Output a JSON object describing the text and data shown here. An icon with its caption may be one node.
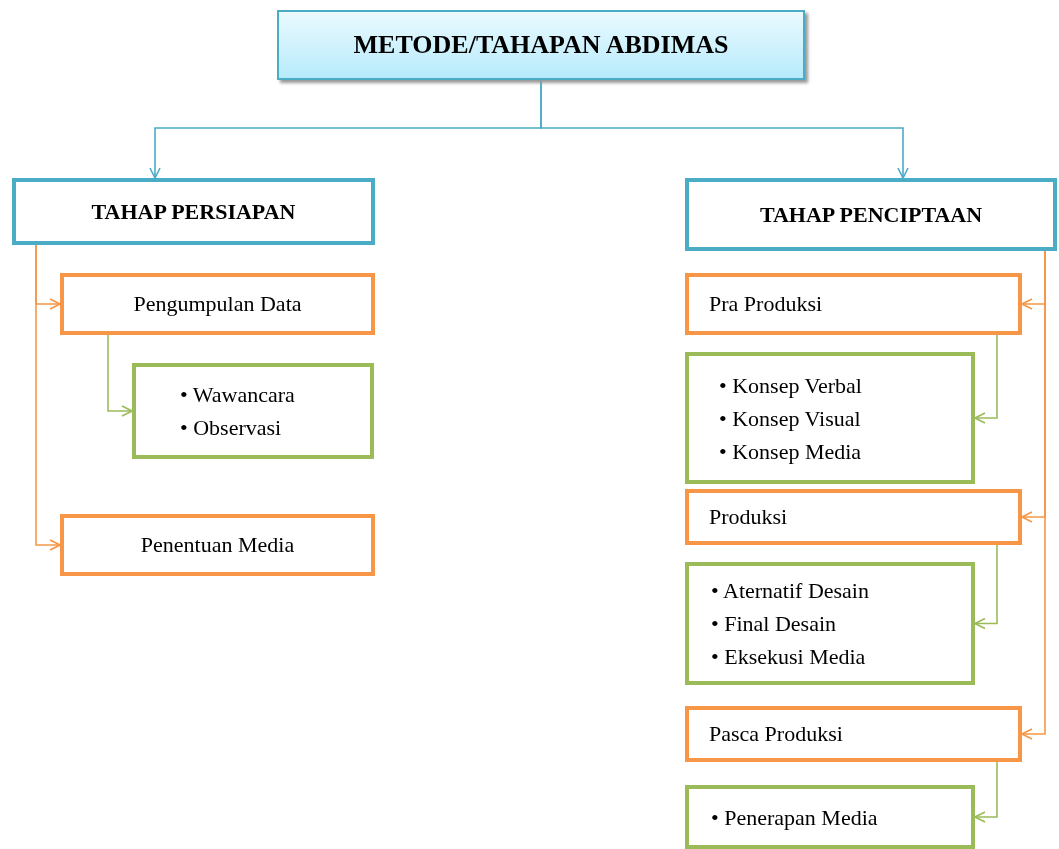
{
  "diagram": {
    "nodes": [
      {
        "text": [
          "METODE/TAHAPAN ABDIMAS"
        ]
      },
      {
        "text": [
          "TAHAP PERSIAPAN"
        ]
      },
      {
        "text": [
          "TAHAP PENCIPTAAN"
        ]
      },
      {
        "text": [
          "Pengumpulan Data"
        ]
      },
      {
        "text": [
          "• Wawancara",
          "• Observasi"
        ]
      },
      {
        "text": [
          "Penentuan Media"
        ]
      },
      {
        "text": [
          "Pra Produksi"
        ]
      },
      {
        "text": [
          "• Konsep Verbal",
          "• Konsep Visual",
          "• Konsep Media"
        ]
      },
      {
        "text": [
          "Produksi"
        ]
      },
      {
        "text": [
          "• Aternatif Desain",
          "• Final Desain",
          "• Eksekusi Media"
        ]
      },
      {
        "text": [
          "Pasca Produksi"
        ]
      },
      {
        "text": [
          "• Penerapan Media"
        ]
      }
    ],
    "edges": [
      {
        "from": 0,
        "to": 1,
        "arrow": "to",
        "color": "#4bacc6"
      },
      {
        "from": 0,
        "to": 2,
        "arrow": "to",
        "color": "#4bacc6"
      },
      {
        "from": 1,
        "to": 3,
        "arrow": "to"
      },
      {
        "from": 1,
        "to": 5,
        "arrow": "to"
      },
      {
        "from": 3,
        "to": 4,
        "arrow": "to",
        "color": "#9bbb59"
      },
      {
        "from": 2,
        "to": 6,
        "arrow": "to"
      },
      {
        "from": 2,
        "to": 8,
        "arrow": "to"
      },
      {
        "from": 2,
        "to": 10,
        "arrow": "to"
      },
      {
        "from": 6,
        "to": 7,
        "arrow": "to",
        "color": "#9bbb59"
      },
      {
        "from": 8,
        "to": 9,
        "arrow": "to",
        "color": "#9bbb59"
      },
      {
        "from": 10,
        "to": 11,
        "arrow": "to",
        "color": "#9bbb59"
      }
    ]
  }
}
